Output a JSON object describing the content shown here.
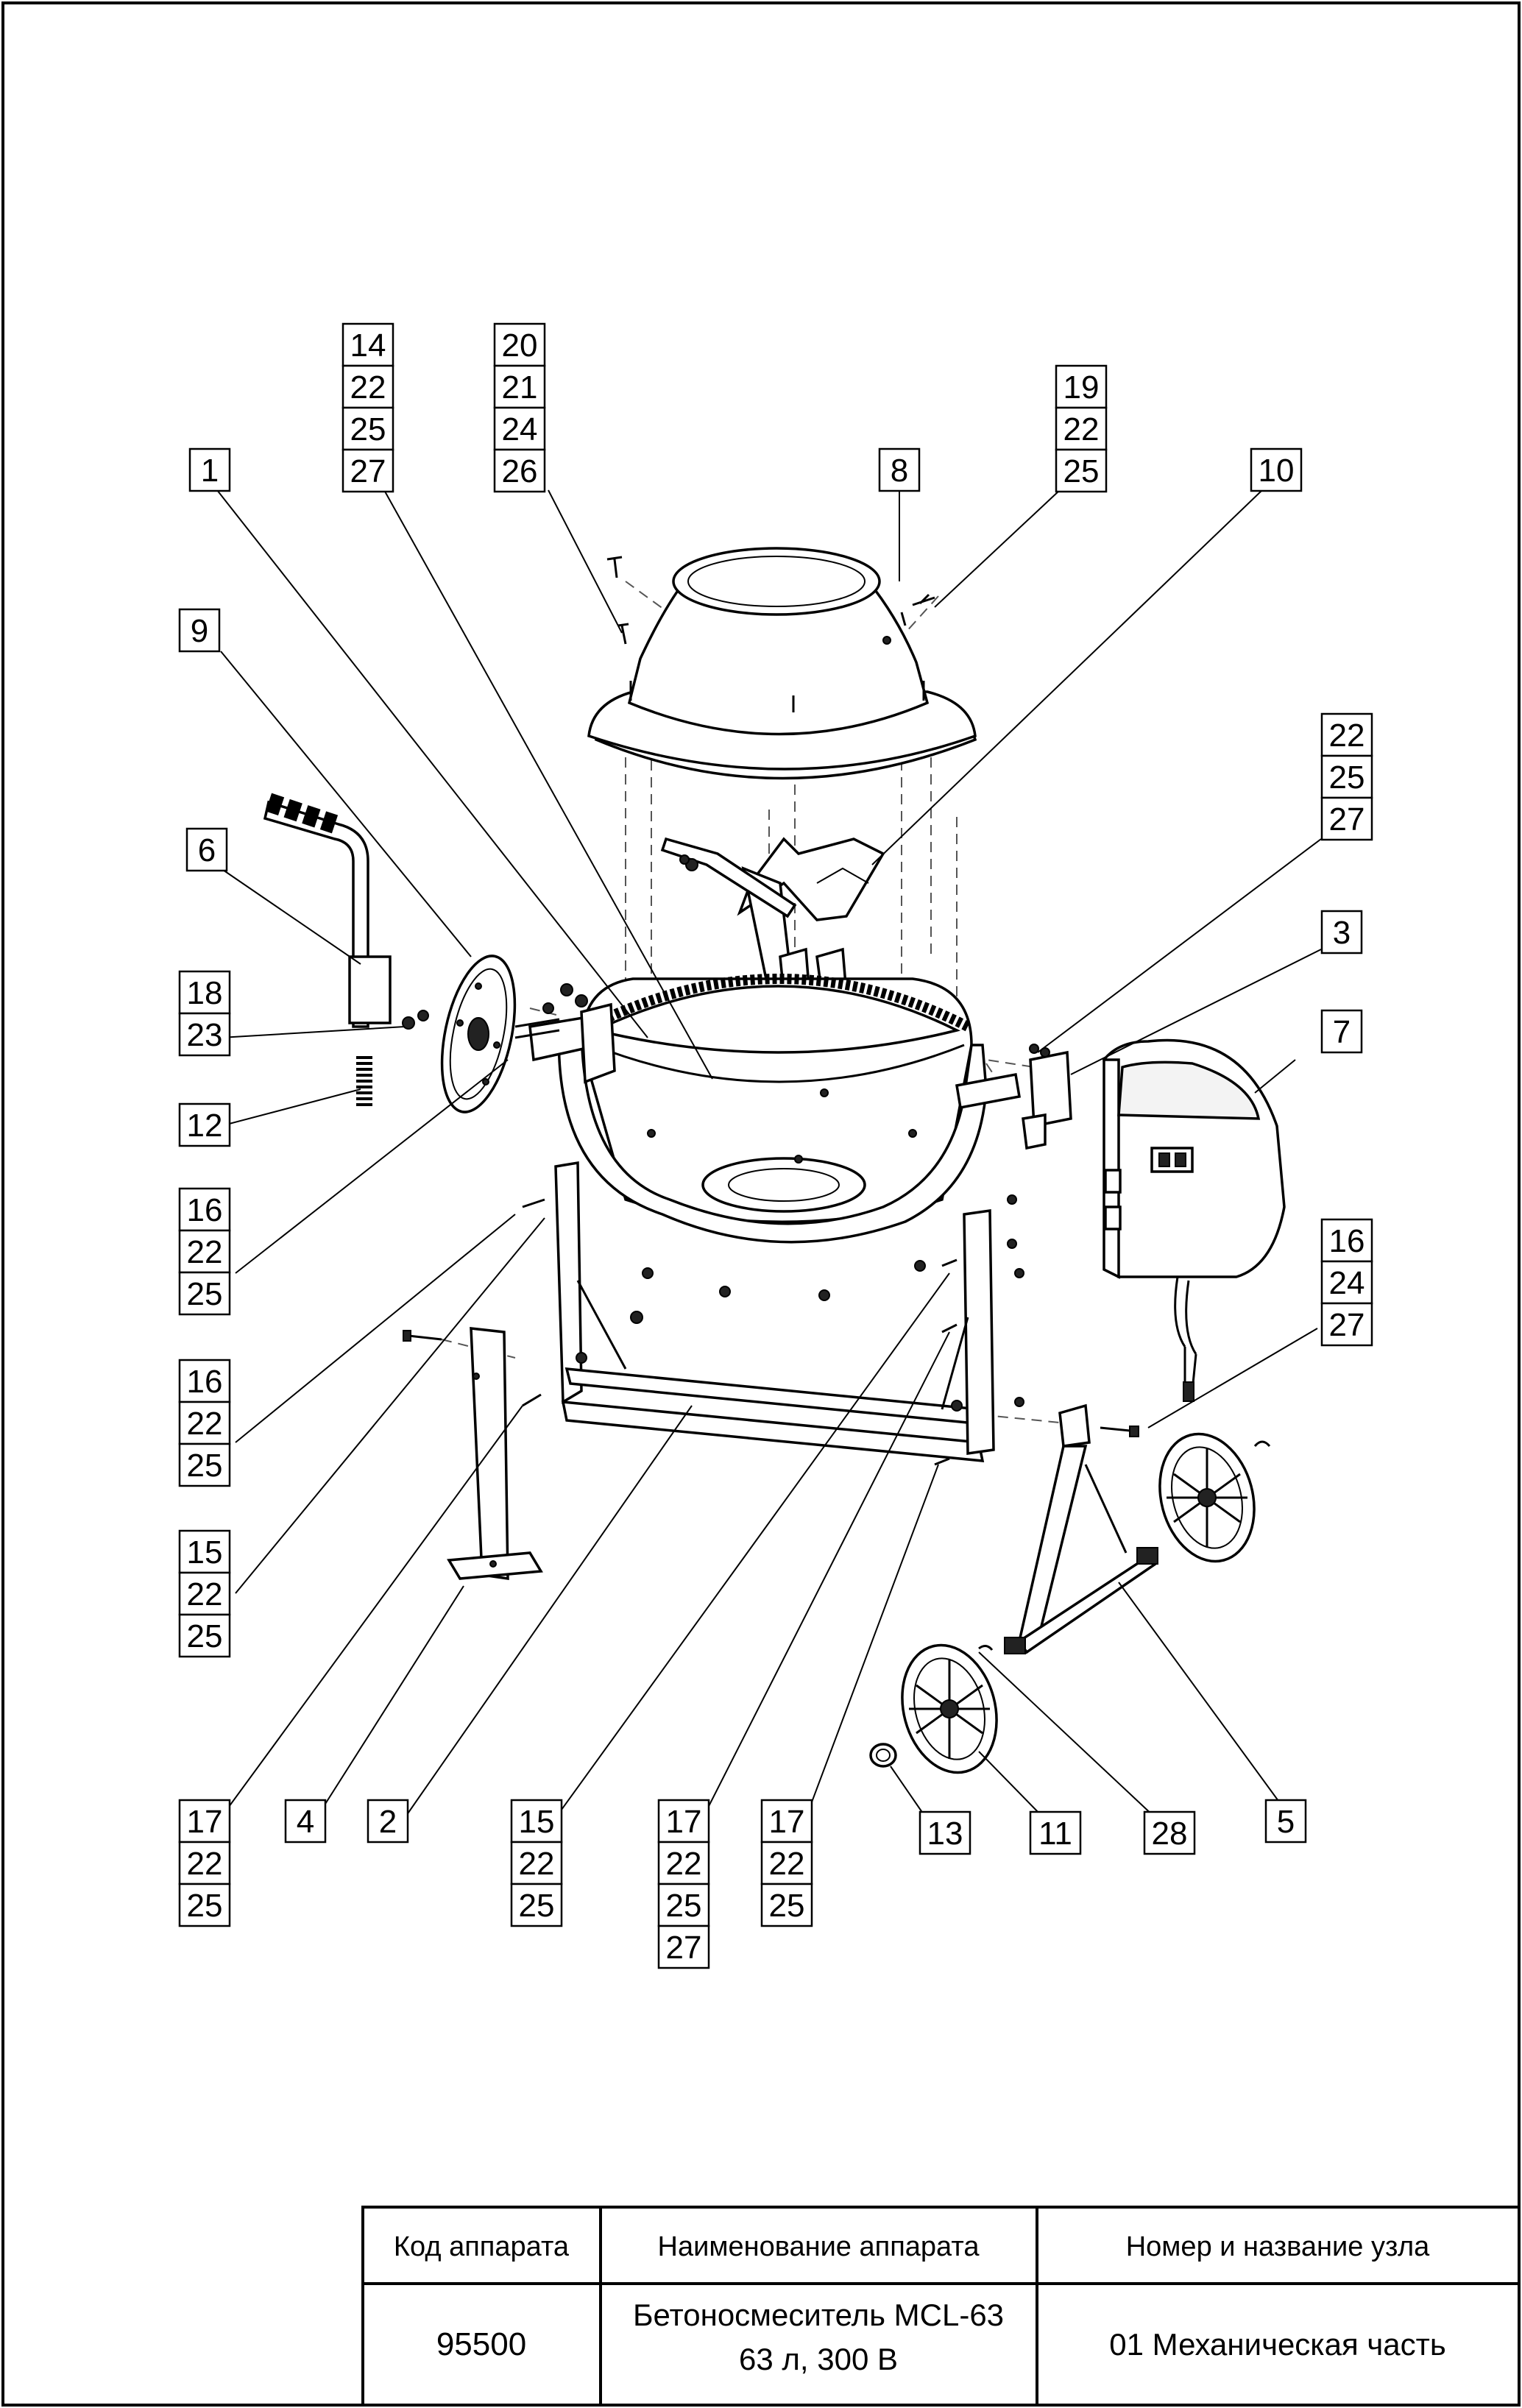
{
  "callouts": [
    {
      "id": "c1",
      "labels": [
        "1"
      ]
    },
    {
      "id": "c2",
      "labels": [
        "2"
      ]
    },
    {
      "id": "c3",
      "labels": [
        "3"
      ]
    },
    {
      "id": "c4",
      "labels": [
        "4"
      ]
    },
    {
      "id": "c5",
      "labels": [
        "5"
      ]
    },
    {
      "id": "c6",
      "labels": [
        "6"
      ]
    },
    {
      "id": "c7",
      "labels": [
        "7"
      ]
    },
    {
      "id": "c8",
      "labels": [
        "8"
      ]
    },
    {
      "id": "c9",
      "labels": [
        "9"
      ]
    },
    {
      "id": "c10",
      "labels": [
        "10"
      ]
    },
    {
      "id": "c11",
      "labels": [
        "11"
      ]
    },
    {
      "id": "c12",
      "labels": [
        "12"
      ]
    },
    {
      "id": "c13",
      "labels": [
        "13"
      ]
    },
    {
      "id": "c28",
      "labels": [
        "28"
      ]
    },
    {
      "id": "g14",
      "labels": [
        "14",
        "22",
        "25",
        "27"
      ]
    },
    {
      "id": "g20",
      "labels": [
        "20",
        "21",
        "24",
        "26"
      ]
    },
    {
      "id": "g19",
      "labels": [
        "19",
        "22",
        "25"
      ]
    },
    {
      "id": "g22",
      "labels": [
        "22",
        "25",
        "27"
      ]
    },
    {
      "id": "g18",
      "labels": [
        "18",
        "23"
      ]
    },
    {
      "id": "g16a",
      "labels": [
        "16",
        "22",
        "25"
      ]
    },
    {
      "id": "g16b",
      "labels": [
        "16",
        "22",
        "25"
      ]
    },
    {
      "id": "g16c",
      "labels": [
        "16",
        "24",
        "27"
      ]
    },
    {
      "id": "g15a",
      "labels": [
        "15",
        "22",
        "25"
      ]
    },
    {
      "id": "g17a",
      "labels": [
        "17",
        "22",
        "25"
      ]
    },
    {
      "id": "g15b",
      "labels": [
        "15",
        "22",
        "25"
      ]
    },
    {
      "id": "g17b",
      "labels": [
        "17",
        "22",
        "25",
        "27"
      ]
    },
    {
      "id": "g17c",
      "labels": [
        "17",
        "22",
        "25"
      ]
    }
  ],
  "table": {
    "headers": [
      "Код аппарата",
      "Наименование аппарата",
      "Номер и название узла"
    ],
    "code": "95500",
    "name_line1": "Бетоносмеситель MCL-63",
    "name_line2": "63 л, 300 В",
    "unit": "01 Механическая часть"
  }
}
